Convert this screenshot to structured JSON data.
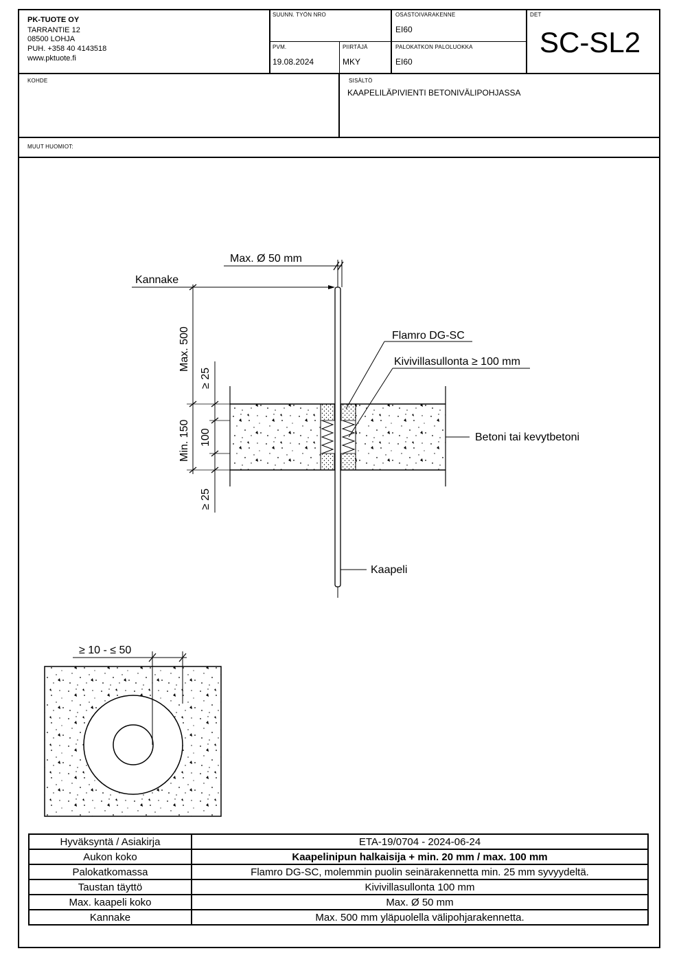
{
  "company": {
    "name": "PK-TUOTE OY",
    "street": "TARRANTIE 12",
    "postal": "08500 LOHJA",
    "phone": "PUH. +358 40 4143518",
    "web": "www.pktuote.fi"
  },
  "header": {
    "work_no_label": "SUUNN. TYÖN NRO",
    "work_no_value": "",
    "assembly_label": "OSASTOIVARAKENNE",
    "assembly_value": "EI60",
    "det_label": "DET",
    "det_value": "SC-SL2",
    "date_label": "PVM.",
    "date_value": "19.08.2024",
    "drafter_label": "PIIRTÄJÄ",
    "drafter_value": "MKY",
    "fire_class_label": "PALOKATKON PALOLUOKKA",
    "fire_class_value": "EI60",
    "target_label": "KOHDE",
    "target_value": "",
    "content_label": "SISÄLTÖ",
    "content_value": "KAAPELILÄPIVIENTI BETONIVÄLIPOHJASSA",
    "notes_label": "MUUT HUOMIOT:"
  },
  "drawing": {
    "max_diameter": "Max. Ø 50 mm",
    "support": "Kannake",
    "max_500": "Max. 500",
    "ge_25_top": "≥ 25",
    "min_150": "Min. 150",
    "d100": "100",
    "ge_25_bottom": "≥ 25",
    "flamro": "Flamro DG-SC",
    "wool": "Kivivillasullonta ≥ 100 mm",
    "concrete": "Betoni tai kevytbetoni",
    "cable": "Kaapeli",
    "gap": "≥ 10 - ≤ 50"
  },
  "table": [
    {
      "key": "Hyväksyntä / Asiakirja",
      "value": "ETA-19/0704 - 2024-06-24",
      "bold": false
    },
    {
      "key": "Aukon koko",
      "value": "Kaapelinipun halkaisija + min. 20 mm / max. 100 mm",
      "bold": true
    },
    {
      "key": "Palokatkomassa",
      "value": "Flamro DG-SC, molemmin puolin seinärakennetta min. 25 mm syvyydeltä.",
      "bold": false
    },
    {
      "key": "Taustan täyttö",
      "value": "Kivivillasullonta 100 mm",
      "bold": false
    },
    {
      "key": "Max. kaapeli koko",
      "value": "Max. Ø 50 mm",
      "bold": false
    },
    {
      "key": "Kannake",
      "value": "Max. 500 mm yläpuolella välipohjarakennetta.",
      "bold": false
    }
  ]
}
